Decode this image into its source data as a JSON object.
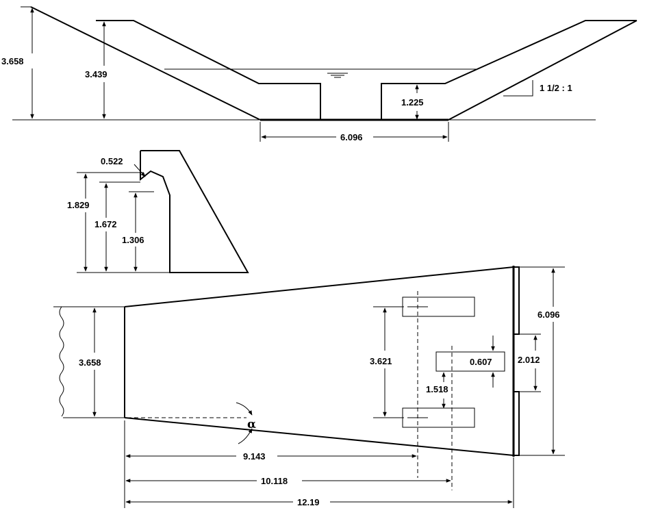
{
  "section": {
    "total_height": "3.658",
    "water_depth": "3.439",
    "block_height": "1.225",
    "bottom_width": "6.096",
    "side_slope": "1 1/2 : 1"
  },
  "profile": {
    "lip": "0.522",
    "crest_height": "1.829",
    "mid_height": "1.672",
    "low_height": "1.306"
  },
  "plan": {
    "inlet_width": "3.658",
    "outlet_width": "6.096",
    "slot_width": "2.012",
    "block_spacing": "3.621",
    "block_offset": "1.518",
    "block_width": "0.607",
    "angle_symbol": "α",
    "length_to_first_row": "9.143",
    "length_to_second_row": "10.118",
    "total_length": "12.19"
  }
}
